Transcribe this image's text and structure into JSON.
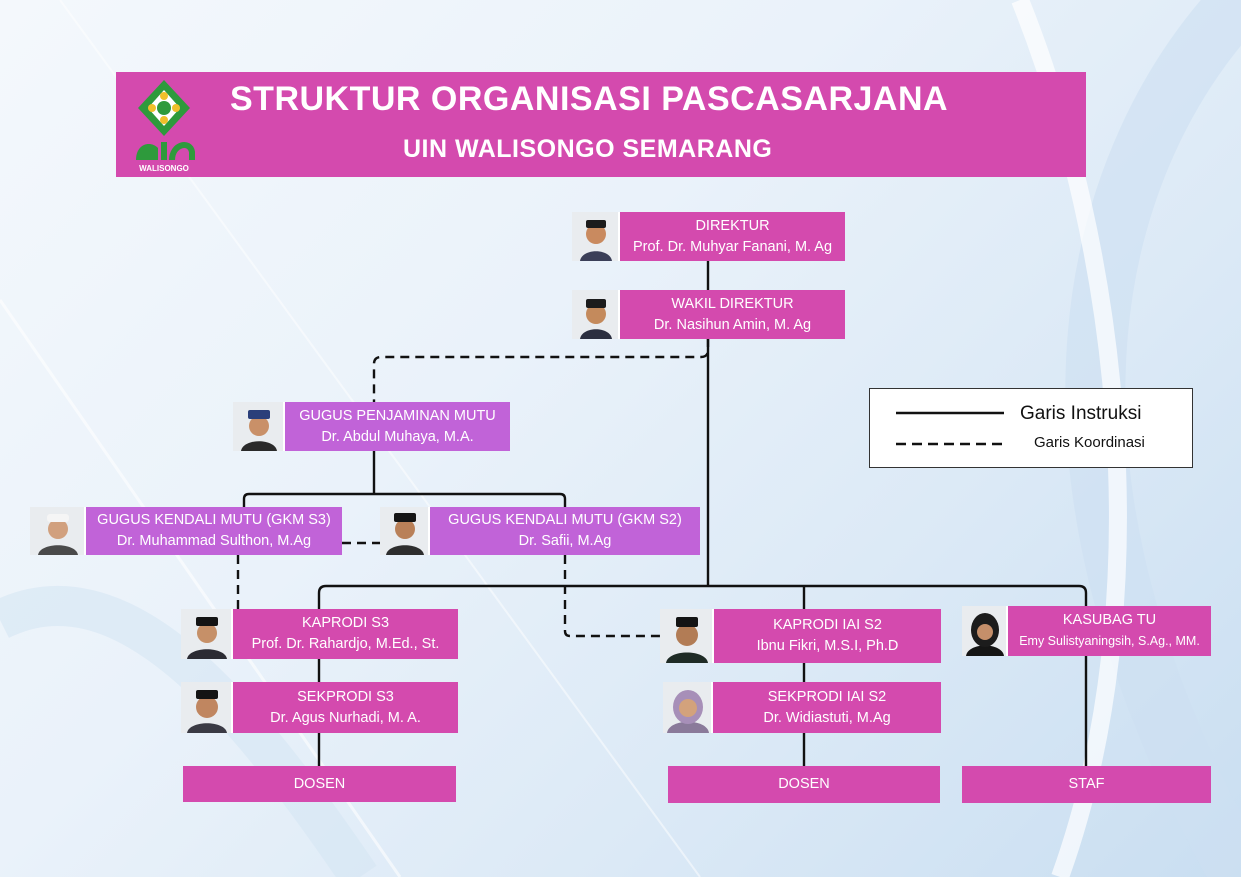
{
  "header": {
    "title": "STRUKTUR ORGANISASI PASCASARJANA",
    "subtitle": "UIN WALISONGO SEMARANG",
    "logo_text": "WALISONGO"
  },
  "nodes": {
    "direktur": {
      "role": "DIREKTUR",
      "name": "Prof. Dr. Muhyar Fanani, M. Ag"
    },
    "wakil": {
      "role": "WAKIL DIREKTUR",
      "name": "Dr. Nasihun Amin, M. Ag"
    },
    "gpm": {
      "role": "GUGUS PENJAMINAN MUTU",
      "name": "Dr.  Abdul Muhaya, M.A."
    },
    "gkm_s3": {
      "role": "GUGUS KENDALI MUTU (GKM S3)",
      "name": "Dr. Muhammad Sulthon, M.Ag"
    },
    "gkm_s2": {
      "role": "GUGUS KENDALI MUTU (GKM S2)",
      "name": "Dr. Safii, M.Ag"
    },
    "kaprodi_s3": {
      "role": "KAPRODI S3",
      "name": "Prof. Dr. Rahardjo, M.Ed., St."
    },
    "sekprodi_s3": {
      "role": "SEKPRODI S3",
      "name": "Dr.  Agus Nurhadi, M. A."
    },
    "kaprodi_s2": {
      "role": "KAPRODI IAI S2",
      "name": "Ibnu Fikri, M.S.I, Ph.D"
    },
    "sekprodi_s2": {
      "role": "SEKPRODI IAI S2",
      "name": "Dr. Widiastuti, M.Ag"
    },
    "kasubag": {
      "role": "KASUBAG TU",
      "name": "Emy Sulistyaningsih, S.Ag., MM."
    },
    "dosen_s3": {
      "role": "DOSEN"
    },
    "dosen_s2": {
      "role": "DOSEN"
    },
    "staf": {
      "role": "STAF"
    }
  },
  "legend": {
    "solid_label": "Garis Instruksi",
    "dashed_label": "Garis Koordinasi"
  },
  "colors": {
    "magenta": "#d44aae",
    "violet": "#c163d8",
    "logo_green": "#2e9a3c"
  }
}
